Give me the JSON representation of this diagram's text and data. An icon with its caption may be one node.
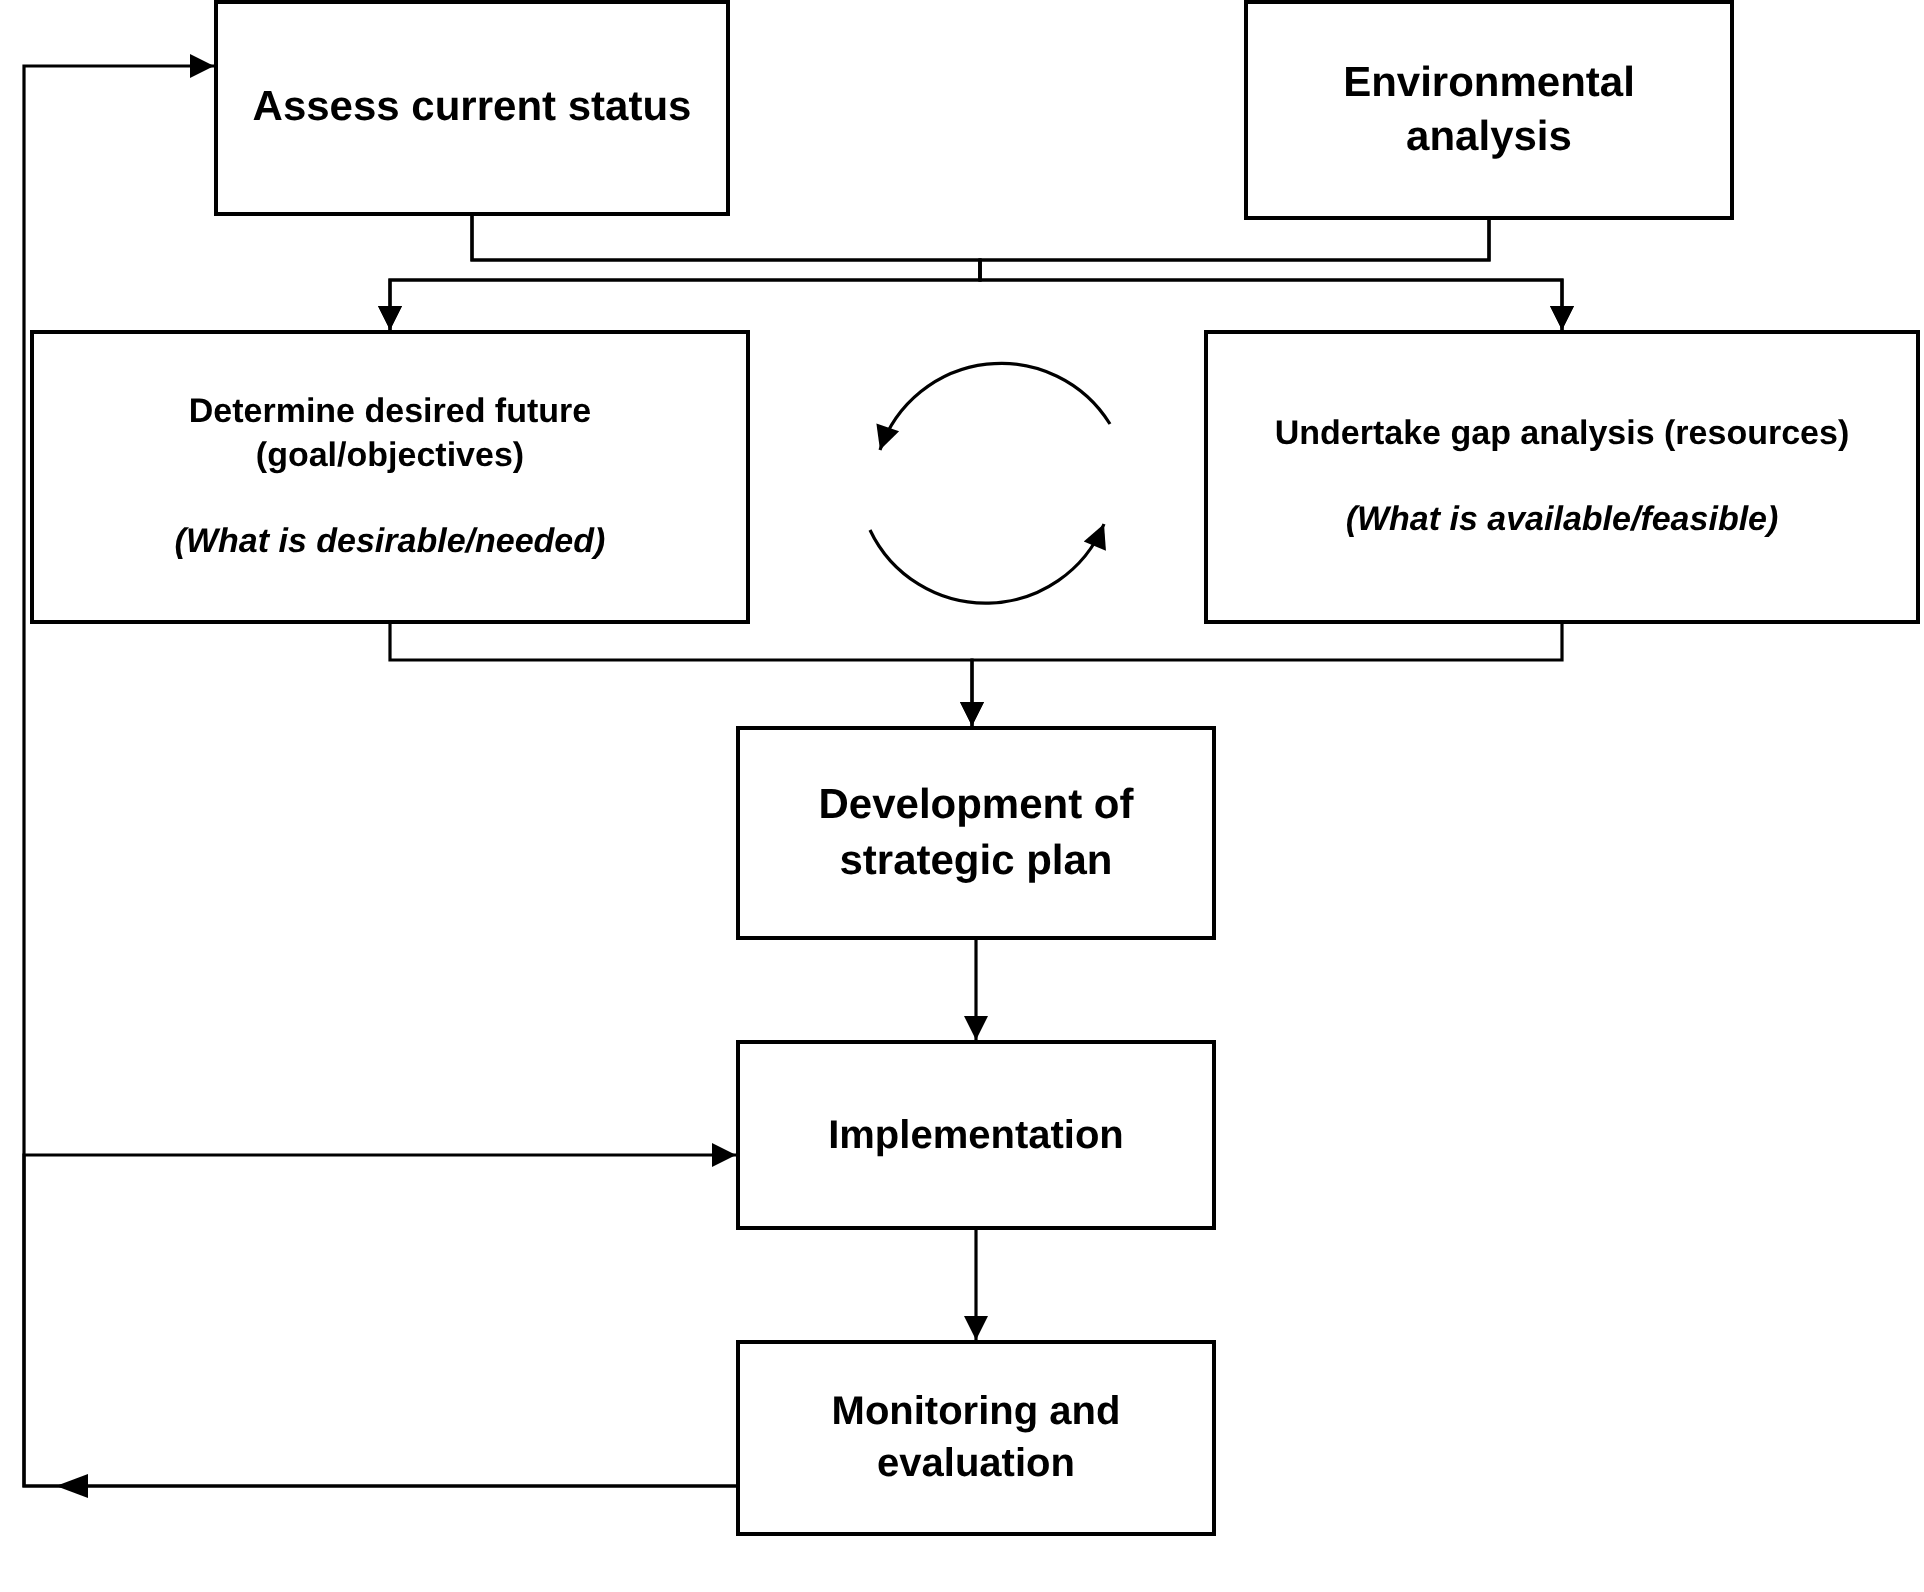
{
  "diagram": {
    "nodes": [
      {
        "text": [
          "Assess current status"
        ]
      },
      {
        "text": [
          "Environmental analysis"
        ]
      },
      {
        "text": [
          "Determine desired future (goal/objectives)",
          "(What is desirable/needed)"
        ]
      },
      {
        "text": [
          "Undertake gap analysis (resources)",
          "(What is available/feasible)"
        ]
      },
      {
        "text": [
          "Development of strategic plan"
        ]
      },
      {
        "text": [
          "Implementation"
        ]
      },
      {
        "text": [
          "Monitoring and evaluation"
        ]
      }
    ],
    "edges": [
      {
        "from": 0,
        "to": 2,
        "arrow": "to"
      },
      {
        "from": 0,
        "to": 3,
        "arrow": "to"
      },
      {
        "from": 1,
        "to": 2,
        "arrow": "to"
      },
      {
        "from": 1,
        "to": 3,
        "arrow": "to"
      },
      {
        "from": 2,
        "to": 4,
        "arrow": "to"
      },
      {
        "from": 3,
        "to": 4,
        "arrow": "to"
      },
      {
        "from": 4,
        "to": 5,
        "arrow": "to"
      },
      {
        "from": 5,
        "to": 6,
        "arrow": "to"
      },
      {
        "from": 6,
        "to": 0,
        "arrow": "to"
      },
      {
        "from": 6,
        "to": 5,
        "arrow": "to"
      }
    ]
  }
}
